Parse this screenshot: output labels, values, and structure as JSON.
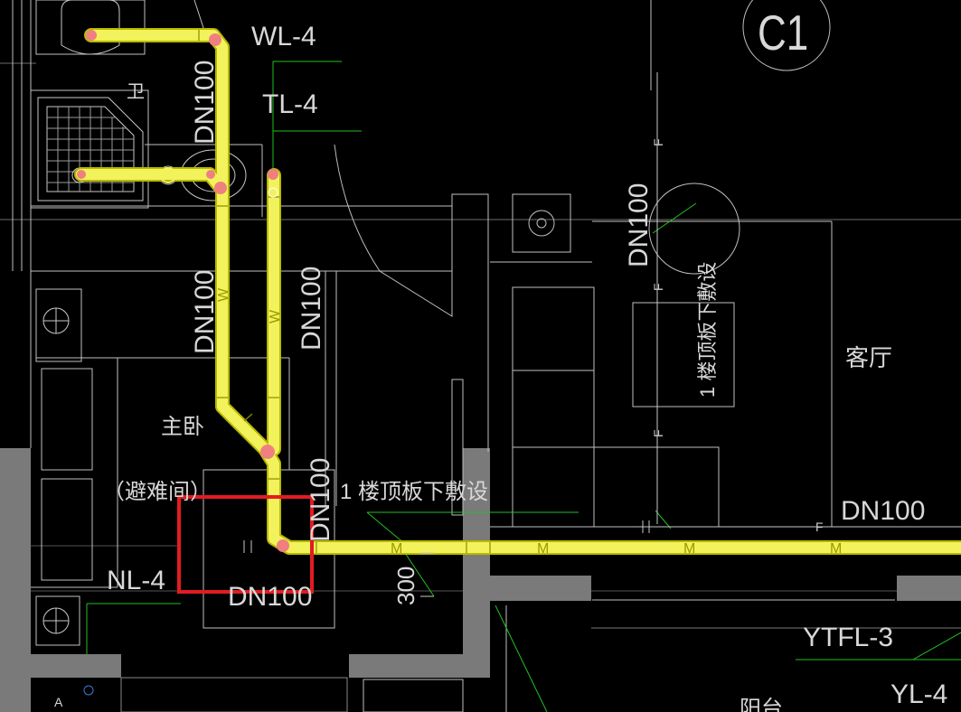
{
  "labels": {
    "c1": "C1",
    "wl4": "WL-4",
    "tl4": "TL-4",
    "wei": "卫",
    "dn100_a": "DN100",
    "dn100_b": "DN100",
    "dn100_c": "DN100",
    "dn100_d": "DN100",
    "dn100_e": "DN100",
    "dn100_f": "DN100",
    "dn100_g": "DN100",
    "floor_note_right": "1 楼顶板下敷设",
    "floor_note_mid": "1 楼顶板下敷设",
    "living": "客厅",
    "master_bed": "主卧",
    "refuge": "（避难间）",
    "nl4": "NL-4",
    "dim_300": "300",
    "ytfl3": "YTFL-3",
    "yl4": "YL-4",
    "balcony": "阳台",
    "mark_a": "A",
    "w1": "W",
    "w2": "W",
    "m1": "M",
    "m2": "M",
    "m3": "M",
    "m4": "M",
    "f1": "F",
    "f2": "F",
    "f3": "F",
    "f4": "F"
  },
  "colors": {
    "background": "#000000",
    "pipe_fill": "#f2f25c",
    "pipe_edge": "#b8b800",
    "joint": "#f08080",
    "highlight_box": "#e31b23",
    "walls": "#7a7a7a",
    "leader_green": "#22c022",
    "fixture_lines": "#c8c8c8"
  }
}
